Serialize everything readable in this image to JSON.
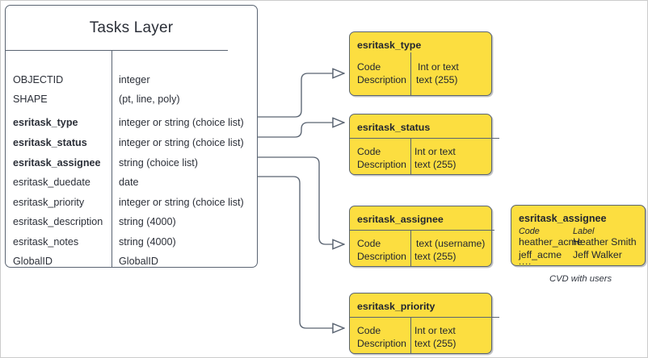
{
  "diagram": {
    "entity": {
      "title": "Tasks Layer",
      "fields": [
        {
          "name": "OBJECTID",
          "type": "integer",
          "key": false
        },
        {
          "name": "SHAPE",
          "type": "(pt, line, poly)",
          "key": false
        },
        {
          "name": "esritask_type",
          "type": "integer or string (choice list)",
          "key": true
        },
        {
          "name": "esritask_status",
          "type": "integer or string (choice list)",
          "key": true
        },
        {
          "name": "esritask_assignee",
          "type": "string (choice list)",
          "key": true
        },
        {
          "name": "esritask_duedate",
          "type": "date",
          "key": false
        },
        {
          "name": "esritask_priority",
          "type": "integer or string (choice list)",
          "key": false
        },
        {
          "name": "esritask_description",
          "type": "string (4000)",
          "key": false
        },
        {
          "name": "esritask_notes",
          "type": "string (4000)",
          "key": false
        },
        {
          "name": "GlobalID",
          "type": "GlobalID",
          "key": false
        }
      ]
    },
    "domains": [
      {
        "id": "type",
        "title": "esritask_type",
        "left_rows": [
          "Code",
          "Description"
        ],
        "right_rows": [
          "Int or text",
          "text (255)"
        ]
      },
      {
        "id": "status",
        "title": "esritask_status",
        "left_rows": [
          "Code",
          "Description"
        ],
        "right_rows": [
          "Int or text",
          "text (255)"
        ]
      },
      {
        "id": "assignee",
        "title": "esritask_assignee",
        "left_rows": [
          "Code",
          "Description"
        ],
        "right_rows": [
          "text  (username)",
          "text (255)"
        ]
      },
      {
        "id": "priority",
        "title": "esritask_priority",
        "left_rows": [
          "Code",
          "Description"
        ],
        "right_rows": [
          "Int or text",
          "text (255)"
        ]
      }
    ],
    "cvd": {
      "title": "esritask_assignee",
      "header_code": "Code",
      "header_label": "Label",
      "rows": [
        {
          "code": "heather_acme",
          "label": "Heather Smith"
        },
        {
          "code": "jeff_acme",
          "label": "Jeff Walker"
        }
      ],
      "ellipsis": "....",
      "caption": "CVD with users"
    },
    "colors": {
      "domain_fill": "#FCDE40",
      "stroke": "#5a6472",
      "text": "#2b2f38",
      "canvas_border": "#cccccc"
    }
  }
}
